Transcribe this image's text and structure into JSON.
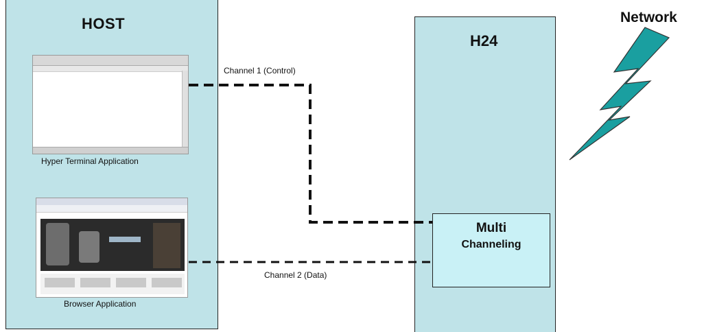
{
  "host": {
    "title": "HOST"
  },
  "h24": {
    "title": "H24"
  },
  "network": {
    "title": "Network",
    "color": "#1a9fa0"
  },
  "apps": {
    "hyper_terminal": "Hyper Terminal Application",
    "browser": "Browser Application"
  },
  "channels": {
    "control": "Channel 1 (Control)",
    "data": "Channel 2 (Data)"
  },
  "multi_channeling": {
    "line1": "Multi",
    "line2": "Channeling"
  },
  "colors": {
    "panel": "#bfe3e8",
    "multi_box": "#c9f1f6"
  }
}
